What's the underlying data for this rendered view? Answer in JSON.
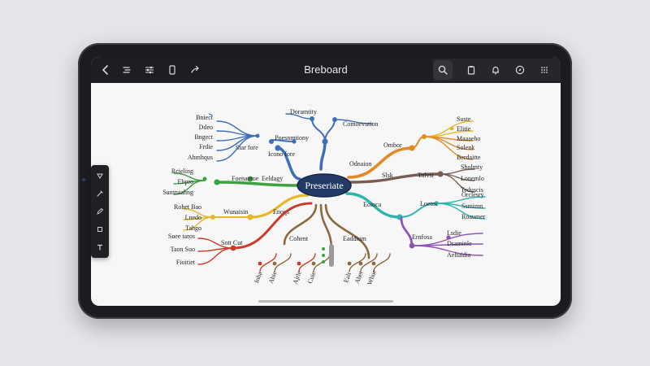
{
  "toolbar": {
    "title": "Breboard",
    "left_icons": [
      "back-icon",
      "menu-icon",
      "sliders-icon",
      "tablet-icon",
      "redo-icon"
    ],
    "right_icons": [
      "search-icon",
      "clipboard-icon",
      "bell-icon",
      "compass-icon",
      "grid-icon"
    ]
  },
  "side_tools": [
    "shape-tool-icon",
    "pen-tool-icon",
    "pencil-tool-icon",
    "shape-square-icon",
    "text-tool-icon"
  ],
  "mindmap": {
    "center": "Preseriate",
    "colors": {
      "blue": "#3d6fb8",
      "green": "#3aa33f",
      "yellow": "#e6b828",
      "red": "#cc3b2a",
      "brown": "#8a6a3e",
      "orange": "#e48a25",
      "gray_brown": "#7a5b52",
      "teal": "#2fb3b0",
      "purple": "#8d53b5",
      "center_fill": "#243a66"
    },
    "branches": {
      "blue_left": {
        "label": "Star fore",
        "label2": "Icono fore",
        "leaves": [
          "Bniect",
          "Ddeo",
          "Bngect",
          "Frdie",
          "Ahmhqus"
        ]
      },
      "blue_top": {
        "label": "Poesnmtiony",
        "leaves": [
          "Doramtity",
          "Comoevution"
        ]
      },
      "green_left": {
        "label": "Foenaeroe",
        "label2": "Eeldagy",
        "leaves": [
          "Rcieling",
          "Ebpro",
          "Sumnaahng"
        ]
      },
      "yellow_left": {
        "label": "Wunaisin",
        "label2": "Enoqs",
        "leaves": [
          "Rohet Bao",
          "Lnedo",
          "Tahgo"
        ]
      },
      "red_left": {
        "label": "Sott Cut",
        "leaves": [
          "Suee taros",
          "Taon Suo",
          "Fioitiet"
        ]
      },
      "brown_bottom": {
        "label": "Cohent",
        "label2": "Eaddium",
        "leaves": [
          "Inha",
          "Ahie",
          "Ajrle",
          "Cuie",
          "Ealt",
          "Ahet",
          "Whue"
        ]
      },
      "orange_right": {
        "label": "Ombor",
        "label2": "Odnaion",
        "leaves": [
          "Suste",
          "Elitie",
          "Maaaeho",
          "Solenk",
          "Berdaitte"
        ]
      },
      "brown_right": {
        "label": "Slsk",
        "label2": "Tolvsi",
        "leaves": [
          "Sholmty",
          "Lonemlo",
          "Teduscis"
        ]
      },
      "teal_right": {
        "label": "Eoioca",
        "label2": "Loetoe",
        "leaves": [
          "Orclesry",
          "Ssmimn",
          "Roaumer"
        ]
      },
      "purple_right": {
        "label": "Ernfosa",
        "leaves": [
          "Lsdie",
          "Dsaminle",
          "Aeltaidia"
        ]
      }
    }
  }
}
